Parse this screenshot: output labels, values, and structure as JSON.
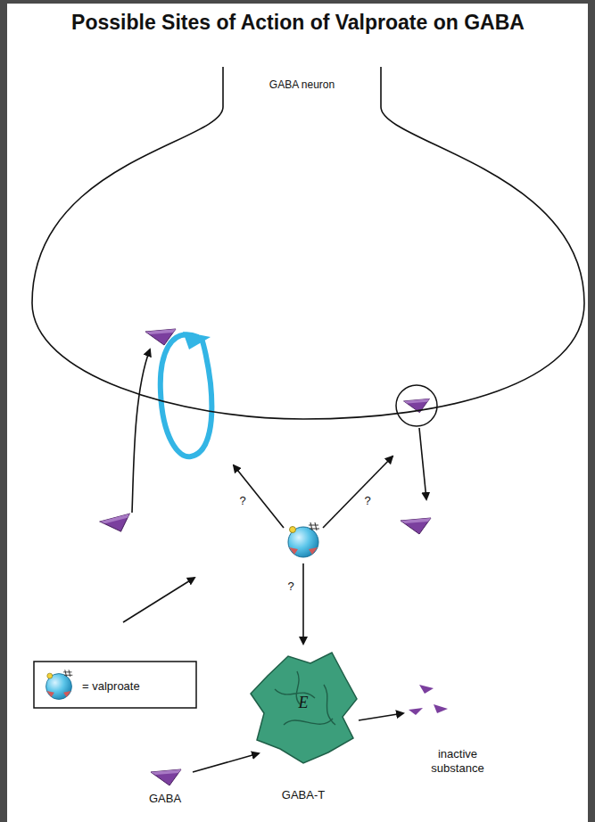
{
  "diagram": {
    "title": "Possible Sites of Action of Valproate on GABA",
    "nodes": [
      {
        "text": [
          "GABA neuron"
        ]
      },
      {
        "text": [
          "E",
          "GABA-T"
        ]
      }
    ],
    "labels": [
      "?",
      "?",
      "?",
      "GABA",
      "inactive substance"
    ],
    "legend": [
      {
        "text": "= valproate"
      }
    ]
  }
}
